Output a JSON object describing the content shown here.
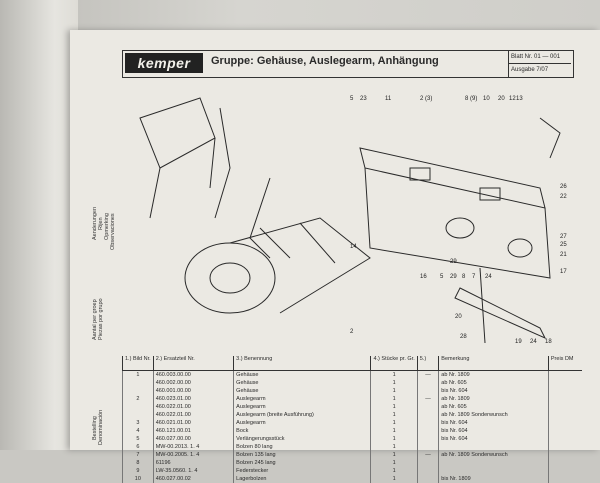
{
  "header": {
    "logo": "kemper",
    "title": "Gruppe: Gehäuse, Auslegearm, Anhängung",
    "blatt": "Blatt Nr. 01 — 001",
    "ausgabe": "Ausgabe 7/07"
  },
  "side_labels": [
    "Aenderungen",
    "Rijen",
    "Opmerking",
    "Observaciones",
    "Aantal per groep",
    "Piezas por grupo",
    "Bestelling",
    "Denominación"
  ],
  "callouts": [
    "5",
    "23",
    "11",
    "2 (3)",
    "8 (9)",
    "10",
    "20",
    "12",
    "13",
    "26",
    "22",
    "27",
    "25",
    "21",
    "17",
    "24",
    "18",
    "14",
    "16",
    "5",
    "29",
    "8",
    "7",
    "24",
    "19",
    "20",
    "28",
    "29",
    "2"
  ],
  "table": {
    "headers": [
      "1.) Bild Nr.",
      "2.) Ersatzteil Nr.",
      "3.) Benennung",
      "4.) Stücke pr. Gr.",
      "5.)",
      "Bemerkung",
      "Preis DM"
    ],
    "rows": [
      {
        "bild": "1",
        "nr": "460.003.00.00",
        "ben": "Gehäuse",
        "st": "1",
        "m": "—",
        "bem": "ab Nr. 1809"
      },
      {
        "bild": "",
        "nr": "460.002.00.00",
        "ben": "Gehäuse",
        "st": "1",
        "m": "",
        "bem": "ab Nr. 605"
      },
      {
        "bild": "",
        "nr": "460.001.00.00",
        "ben": "Gehäuse",
        "st": "1",
        "m": "",
        "bem": "bis Nr. 604"
      },
      {
        "bild": "2",
        "nr": "460.023.01.00",
        "ben": "Auslegearm",
        "st": "1",
        "m": "—",
        "bem": "ab Nr. 1809"
      },
      {
        "bild": "",
        "nr": "460.022.01.00",
        "ben": "Auslegearm",
        "st": "1",
        "m": "",
        "bem": "ab Nr. 605"
      },
      {
        "bild": "",
        "nr": "460.022.01.00",
        "ben": "Auslegearm (breite Ausführung)",
        "st": "1",
        "m": "",
        "bem": "ab Nr. 1809 Sonderwunsch"
      },
      {
        "bild": "3",
        "nr": "460.021.01.00",
        "ben": "Auslegearm",
        "st": "1",
        "m": "",
        "bem": "bis Nr. 604"
      },
      {
        "bild": "4",
        "nr": "460.121.00.01",
        "ben": "Bock",
        "st": "1",
        "m": "",
        "bem": "bis Nr. 604"
      },
      {
        "bild": "5",
        "nr": "460.027.00.00",
        "ben": "Verlängerungsstück",
        "st": "1",
        "m": "",
        "bem": "bis Nr. 604"
      },
      {
        "bild": "6",
        "nr": "MW-00.2013. 1. 4",
        "ben": "Bolzen  80 lang",
        "st": "1",
        "m": "",
        "bem": ""
      },
      {
        "bild": "7",
        "nr": "MW-00.2005. 1. 4",
        "ben": "Bolzen  135 lang",
        "st": "1",
        "m": "—",
        "bem": "ab Nr. 1809 Sonderwunsch"
      },
      {
        "bild": "8",
        "nr": "61196",
        "ben": "Bolzen  245 lang",
        "st": "1",
        "m": "",
        "bem": ""
      },
      {
        "bild": "9",
        "nr": "LW-35.0560. 1. 4",
        "ben": "Federstecker",
        "st": "1",
        "m": "",
        "bem": ""
      },
      {
        "bild": "10",
        "nr": "460.027.00.02",
        "ben": "Lagerbolzen",
        "st": "1",
        "m": "",
        "bem": "bis Nr. 1809"
      }
    ]
  }
}
